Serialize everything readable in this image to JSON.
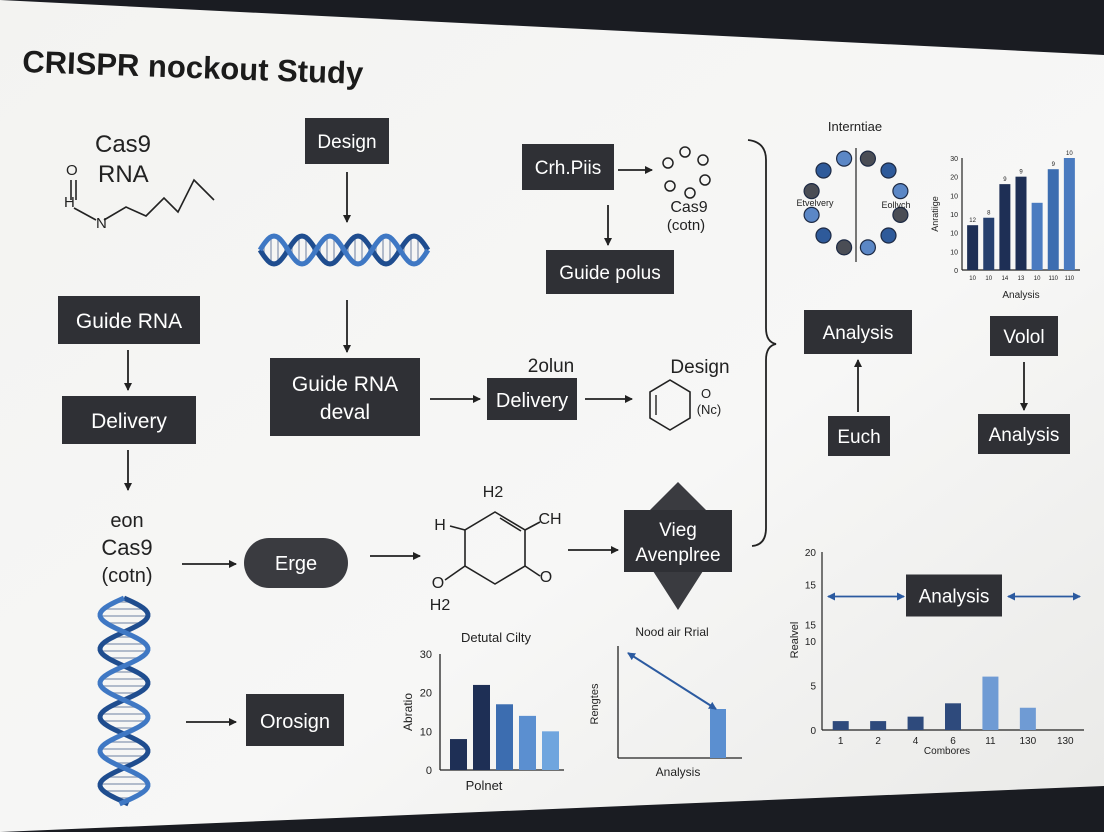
{
  "title": "CRISPR nockout Study",
  "cas9_rna": {
    "line1": "Cas9",
    "line2": "RNA",
    "atom_o": "O",
    "atom_h": "H",
    "atom_n": "N"
  },
  "flow": {
    "design": "Design",
    "guide_rna": "Guide RNA",
    "delivery_left": "Delivery",
    "guide_rna_deval": [
      "Guide RNA",
      "deval"
    ],
    "zolun": "2olun",
    "delivery_mid": "Delivery",
    "design_right": "Design",
    "ring_o": "O",
    "ring_nc": "(Nc)",
    "crh_piis": "Crh.Piis",
    "cas9_cotn_top": [
      "Cas9",
      "(cotn)"
    ],
    "guide_polus": "Guide polus",
    "eon_cas9": [
      "eon",
      "Cas9",
      "(cotn)"
    ],
    "erge": "Erge",
    "h2_top": "H2",
    "h_left": "H",
    "ch": "CH",
    "o_left": "O",
    "o_right": "O",
    "h2_bottom": "H2",
    "viog": [
      "Vieg",
      "Avenplree"
    ],
    "orsign": "Orosign",
    "analysis_right": "Analysis",
    "volol": "Volol",
    "euch": "Euch",
    "analysis_right2": "Analysis"
  },
  "circle": {
    "title": "Interntiae",
    "left_label": "Etvelvery",
    "right_label": "Eollvch"
  },
  "chart_data": [
    {
      "type": "bar",
      "title": "",
      "xlabel": "Analysis",
      "ylabel": "Anratiige",
      "ylim": [
        0,
        30
      ],
      "yticks": [
        "0",
        "10",
        "10",
        "10",
        "10",
        "20",
        "30"
      ],
      "categories": [
        "10",
        "10",
        "14",
        "13",
        "10",
        "110",
        "110"
      ],
      "values": [
        12,
        14,
        23,
        25,
        18,
        27,
        30
      ],
      "value_labels": [
        "12",
        "8",
        "9",
        "9",
        "",
        "9",
        "10"
      ],
      "colors": [
        "#1e2f55",
        "#26406e",
        "#1e2f55",
        "#1e2f55",
        "#4a7bc0",
        "#3c6db0",
        "#4a7bc0"
      ]
    },
    {
      "type": "bar",
      "title": "Detutal Cilty",
      "xlabel": "Polnet",
      "ylabel": "Abratio",
      "ylim": [
        0,
        30
      ],
      "yticks": [
        "0",
        "10",
        "20",
        "30"
      ],
      "values": [
        8,
        22,
        17,
        14,
        10
      ],
      "colors": [
        "#1e2f55",
        "#1e2f55",
        "#3c6db0",
        "#5b8fd0",
        "#6fa5de"
      ]
    },
    {
      "type": "line",
      "title": "Nood air Rrial",
      "xlabel": "Analysis",
      "ylabel": "Rengtes",
      "points": [
        [
          0,
          30
        ],
        [
          1,
          14
        ]
      ],
      "bar_value": 14
    },
    {
      "type": "bar",
      "title": "",
      "xlabel": "Combores",
      "ylabel": "Realvel",
      "ylim": [
        0,
        20
      ],
      "yticks": [
        "0",
        "5",
        "10",
        "15",
        "15",
        "20"
      ],
      "categories": [
        "1",
        "2",
        "4",
        "6",
        "11",
        "130",
        "130"
      ],
      "values": [
        1,
        1,
        1.5,
        3,
        6,
        2.5,
        0
      ],
      "reference_line": {
        "value": 15,
        "label": "Analysis"
      }
    }
  ]
}
